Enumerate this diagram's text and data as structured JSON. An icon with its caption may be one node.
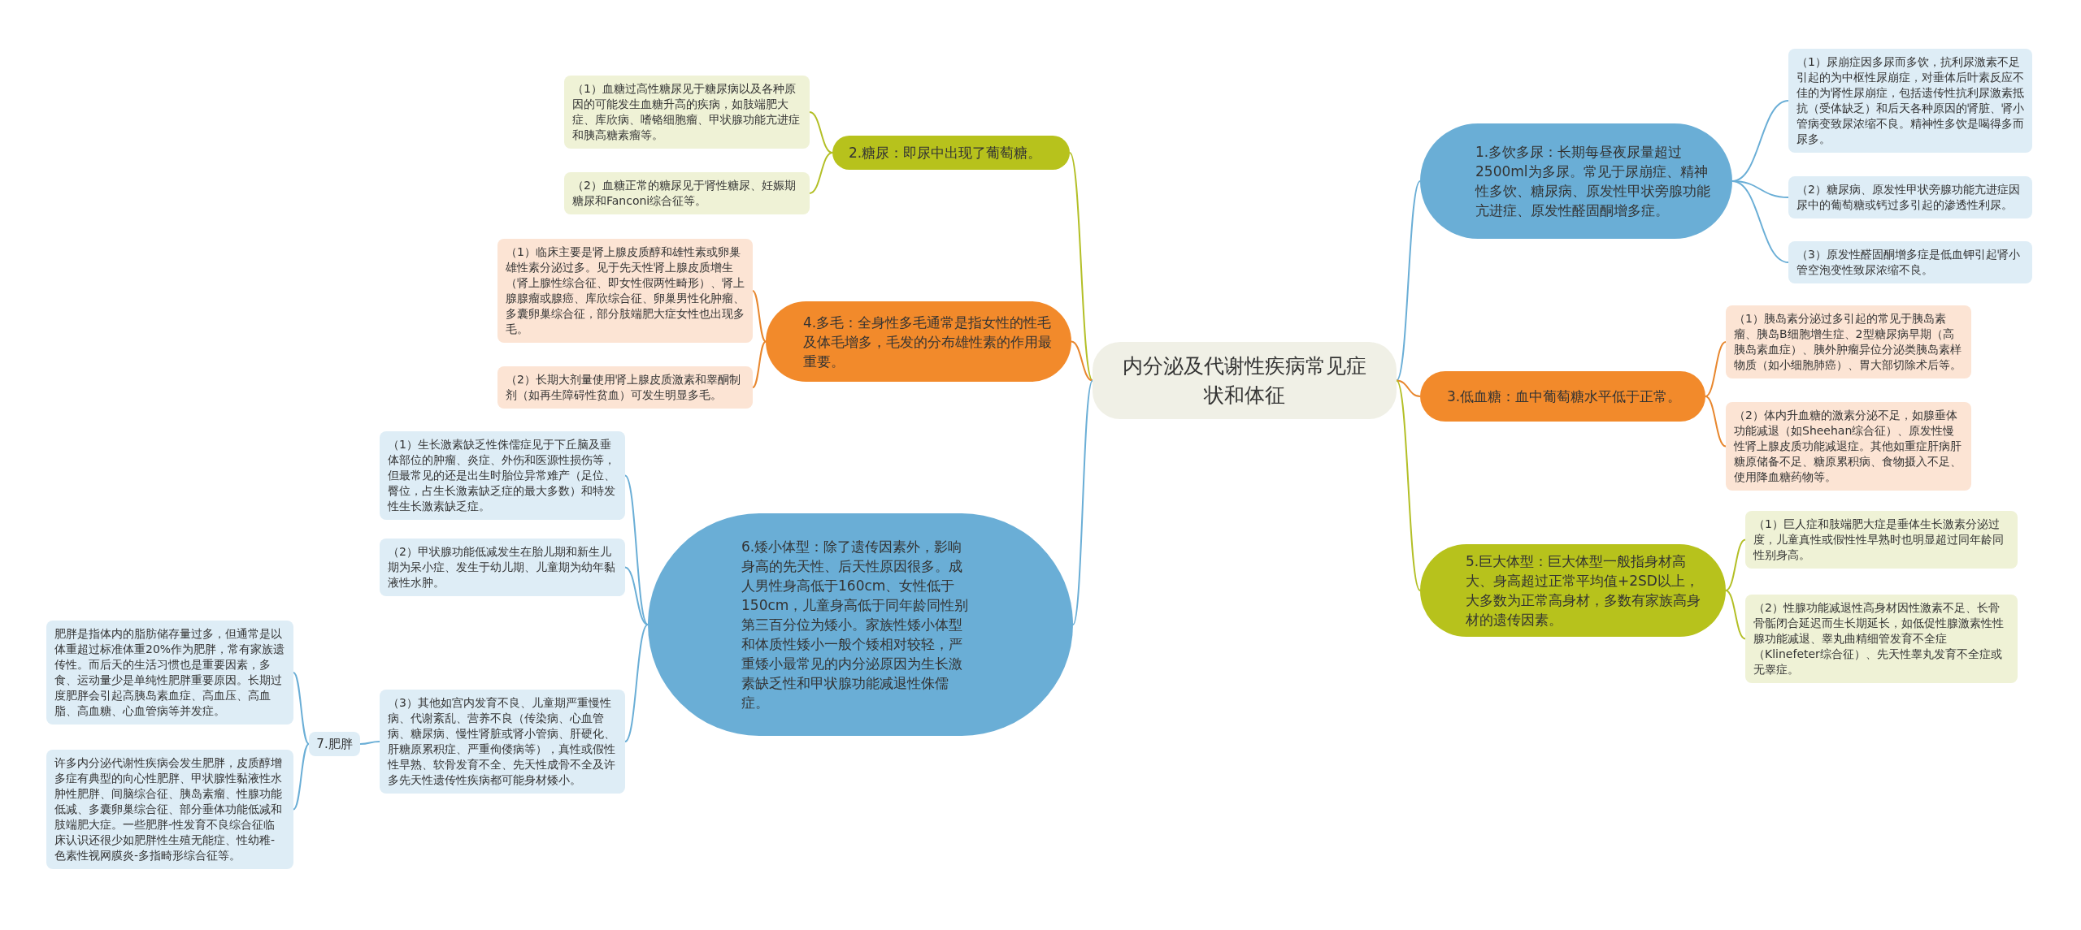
{
  "diagram": {
    "nodes": [
      {
        "text": [
          "内分泌及代谢性疾病常见症状和体征"
        ]
      },
      {
        "text": [
          "1.多饮多尿：长期每昼夜尿量超过2500ml为多尿。常见于尿崩症、精神性多饮、糖尿病、原发性甲状旁腺功能亢进症、原发性醛固酮增多症。"
        ]
      },
      {
        "text": [
          "（1）尿崩症因多尿而多饮，抗利尿激素不足引起的为中枢性尿崩症，对垂体后叶素反应不佳的为肾性尿崩症，包括遗传性抗利尿激素抵抗（受体缺乏）和后天各种原因的肾脏、肾小管病变致尿浓缩不良。精神性多饮是喝得多而尿多。"
        ]
      },
      {
        "text": [
          "（2）糖尿病、原发性甲状旁腺功能亢进症因尿中的葡萄糖或钙过多引起的渗透性利尿。"
        ]
      },
      {
        "text": [
          "（3）原发性醛固酮增多症是低血钾引起肾小管空泡变性致尿浓缩不良。"
        ]
      },
      {
        "text": [
          "2.糖尿：即尿中出现了葡萄糖。"
        ]
      },
      {
        "text": [
          "（1）血糖过高性糖尿见于糖尿病以及各种原因的可能发生血糖升高的疾病，如肢端肥大症、库欣病、嗜铬细胞瘤、甲状腺功能亢进症和胰高糖素瘤等。"
        ]
      },
      {
        "text": [
          "（2）血糖正常的糖尿见于肾性糖尿、妊娠期糖尿和Fanconi综合征等。"
        ]
      },
      {
        "text": [
          "3.低血糖：血中葡萄糖水平低于正常。"
        ]
      },
      {
        "text": [
          "（1）胰岛素分泌过多引起的常见于胰岛素瘤、胰岛B细胞增生症、2型糖尿病早期（高胰岛素血症）、胰外肿瘤异位分泌类胰岛素样物质（如小细胞肺癌）、胃大部切除术后等。"
        ]
      },
      {
        "text": [
          "（2）体内升血糖的激素分泌不足，如腺垂体功能减退（如Sheehan综合征）、原发性慢性肾上腺皮质功能减退症。其他如重症肝病肝糖原储备不足、糖原累积病、食物摄入不足、使用降血糖药物等。"
        ]
      },
      {
        "text": [
          "4.多毛：全身性多毛通常是指女性的性毛及体毛增多，毛发的分布雄性素的作用最重要。"
        ]
      },
      {
        "text": [
          "（1）临床主要是肾上腺皮质醇和雄性素或卵巢雄性素分泌过多。见于先天性肾上腺皮质增生（肾上腺性综合征、即女性假两性畸形）、肾上腺腺瘤或腺癌、库欣综合征、卵巢男性化肿瘤、多囊卵巢综合征，部分肢端肥大症女性也出现多毛。"
        ]
      },
      {
        "text": [
          "（2）长期大剂量使用肾上腺皮质激素和睾酮制剂（如再生障碍性贫血）可发生明显多毛。"
        ]
      },
      {
        "text": [
          "5.巨大体型：巨大体型一般指身材高大、身高超过正常平均值+2SD以上，大多数为正常高身材，多数有家族高身材的遗传因素。"
        ]
      },
      {
        "text": [
          "（1）巨人症和肢端肥大症是垂体生长激素分泌过度，儿童真性或假性性早熟时也明显超过同年龄同性别身高。"
        ]
      },
      {
        "text": [
          "（2）性腺功能减退性高身材因性激素不足、长骨骨骺闭合延迟而生长期延长，如低促性腺激素性性腺功能减退、睾丸曲精细管发育不全症（Klinefeter综合征）、先天性睾丸发育不全症或无睾症。"
        ]
      },
      {
        "text": [
          "6.矮小体型：除了遗传因素外，影响身高的先天性、后天性原因很多。成人男性身高低于160cm、女性低于150cm，儿童身高低于同年龄同性别第三百分位为矮小。家族性矮小体型和体质性矮小一般个矮相对较轻，严重矮小最常见的内分泌原因为生长激素缺乏性和甲状腺功能减退性侏儒症。"
        ]
      },
      {
        "text": [
          "（1）生长激素缺乏性侏儒症见于下丘脑及垂体部位的肿瘤、炎症、外伤和医源性损伤等，但最常见的还是出生时胎位异常难产（足位、臀位，占生长激素缺乏症的最大多数）和特发性生长激素缺乏症。"
        ]
      },
      {
        "text": [
          "（2）甲状腺功能低减发生在胎儿期和新生儿期为呆小症、发生于幼儿期、儿童期为幼年黏液性水肿。"
        ]
      },
      {
        "text": [
          "（3）其他如宫内发育不良、儿童期严重慢性病、代谢紊乱、营养不良（传染病、心血管病、糖尿病、慢性肾脏或肾小管病、肝硬化、肝糖原累积症、严重佝偻病等），真性或假性性早熟、软骨发育不全、先天性成骨不全及许多先天性遗传性疾病都可能身材矮小。"
        ]
      },
      {
        "text": [
          "7.肥胖"
        ]
      },
      {
        "text": [
          "肥胖是指体内的脂肪储存量过多，但通常是以体重超过标准体重20%作为肥胖，常有家族遗传性。而后天的生活习惯也是重要因素，多食、运动量少是单纯性肥胖重要原因。长期过度肥胖会引起高胰岛素血症、高血压、高血脂、高血糖、心血管病等并发症。"
        ]
      },
      {
        "text": [
          "许多内分泌代谢性疾病会发生肥胖，皮质醇增多症有典型的向心性肥胖、甲状腺性黏液性水肿性肥胖、间脑综合征、胰岛素瘤、性腺功能低减、多囊卵巢综合征、部分垂体功能低减和肢端肥大症。一些肥胖-性发育不良综合征临床认识还很少如肥胖性生殖无能症、性幼稚-色素性视网膜炎-多指畸形综合征等。"
        ]
      }
    ],
    "edges": [
      {
        "from": 0,
        "to": 1,
        "arrow": "none"
      },
      {
        "from": 1,
        "to": 2,
        "arrow": "none"
      },
      {
        "from": 1,
        "to": 3,
        "arrow": "none"
      },
      {
        "from": 1,
        "to": 4,
        "arrow": "none"
      },
      {
        "from": 0,
        "to": 5,
        "arrow": "none",
        "color": "#b3bf26"
      },
      {
        "from": 5,
        "to": 6,
        "arrow": "none",
        "color": "#b3bf26"
      },
      {
        "from": 5,
        "to": 7,
        "arrow": "none",
        "color": "#b3bf26"
      },
      {
        "from": 0,
        "to": 8,
        "arrow": "none",
        "color": "#e8872e"
      },
      {
        "from": 8,
        "to": 9,
        "arrow": "none",
        "color": "#e8872e"
      },
      {
        "from": 8,
        "to": 10,
        "arrow": "none",
        "color": "#e8872e"
      },
      {
        "from": 0,
        "to": 11,
        "arrow": "none",
        "color": "#e8872e"
      },
      {
        "from": 11,
        "to": 12,
        "arrow": "none",
        "color": "#e8872e"
      },
      {
        "from": 11,
        "to": 13,
        "arrow": "none",
        "color": "#e8872e"
      },
      {
        "from": 0,
        "to": 14,
        "arrow": "none",
        "color": "#b3bf26"
      },
      {
        "from": 14,
        "to": 15,
        "arrow": "none",
        "color": "#b3bf26"
      },
      {
        "from": 14,
        "to": 16,
        "arrow": "none",
        "color": "#b3bf26"
      },
      {
        "from": 0,
        "to": 17,
        "arrow": "none"
      },
      {
        "from": 17,
        "to": 18,
        "arrow": "none"
      },
      {
        "from": 17,
        "to": 19,
        "arrow": "none"
      },
      {
        "from": 17,
        "to": 20,
        "arrow": "none"
      },
      {
        "from": 20,
        "to": 21,
        "arrow": "none"
      },
      {
        "from": 21,
        "to": 22,
        "arrow": "none"
      },
      {
        "from": 21,
        "to": 23,
        "arrow": "none"
      }
    ]
  }
}
